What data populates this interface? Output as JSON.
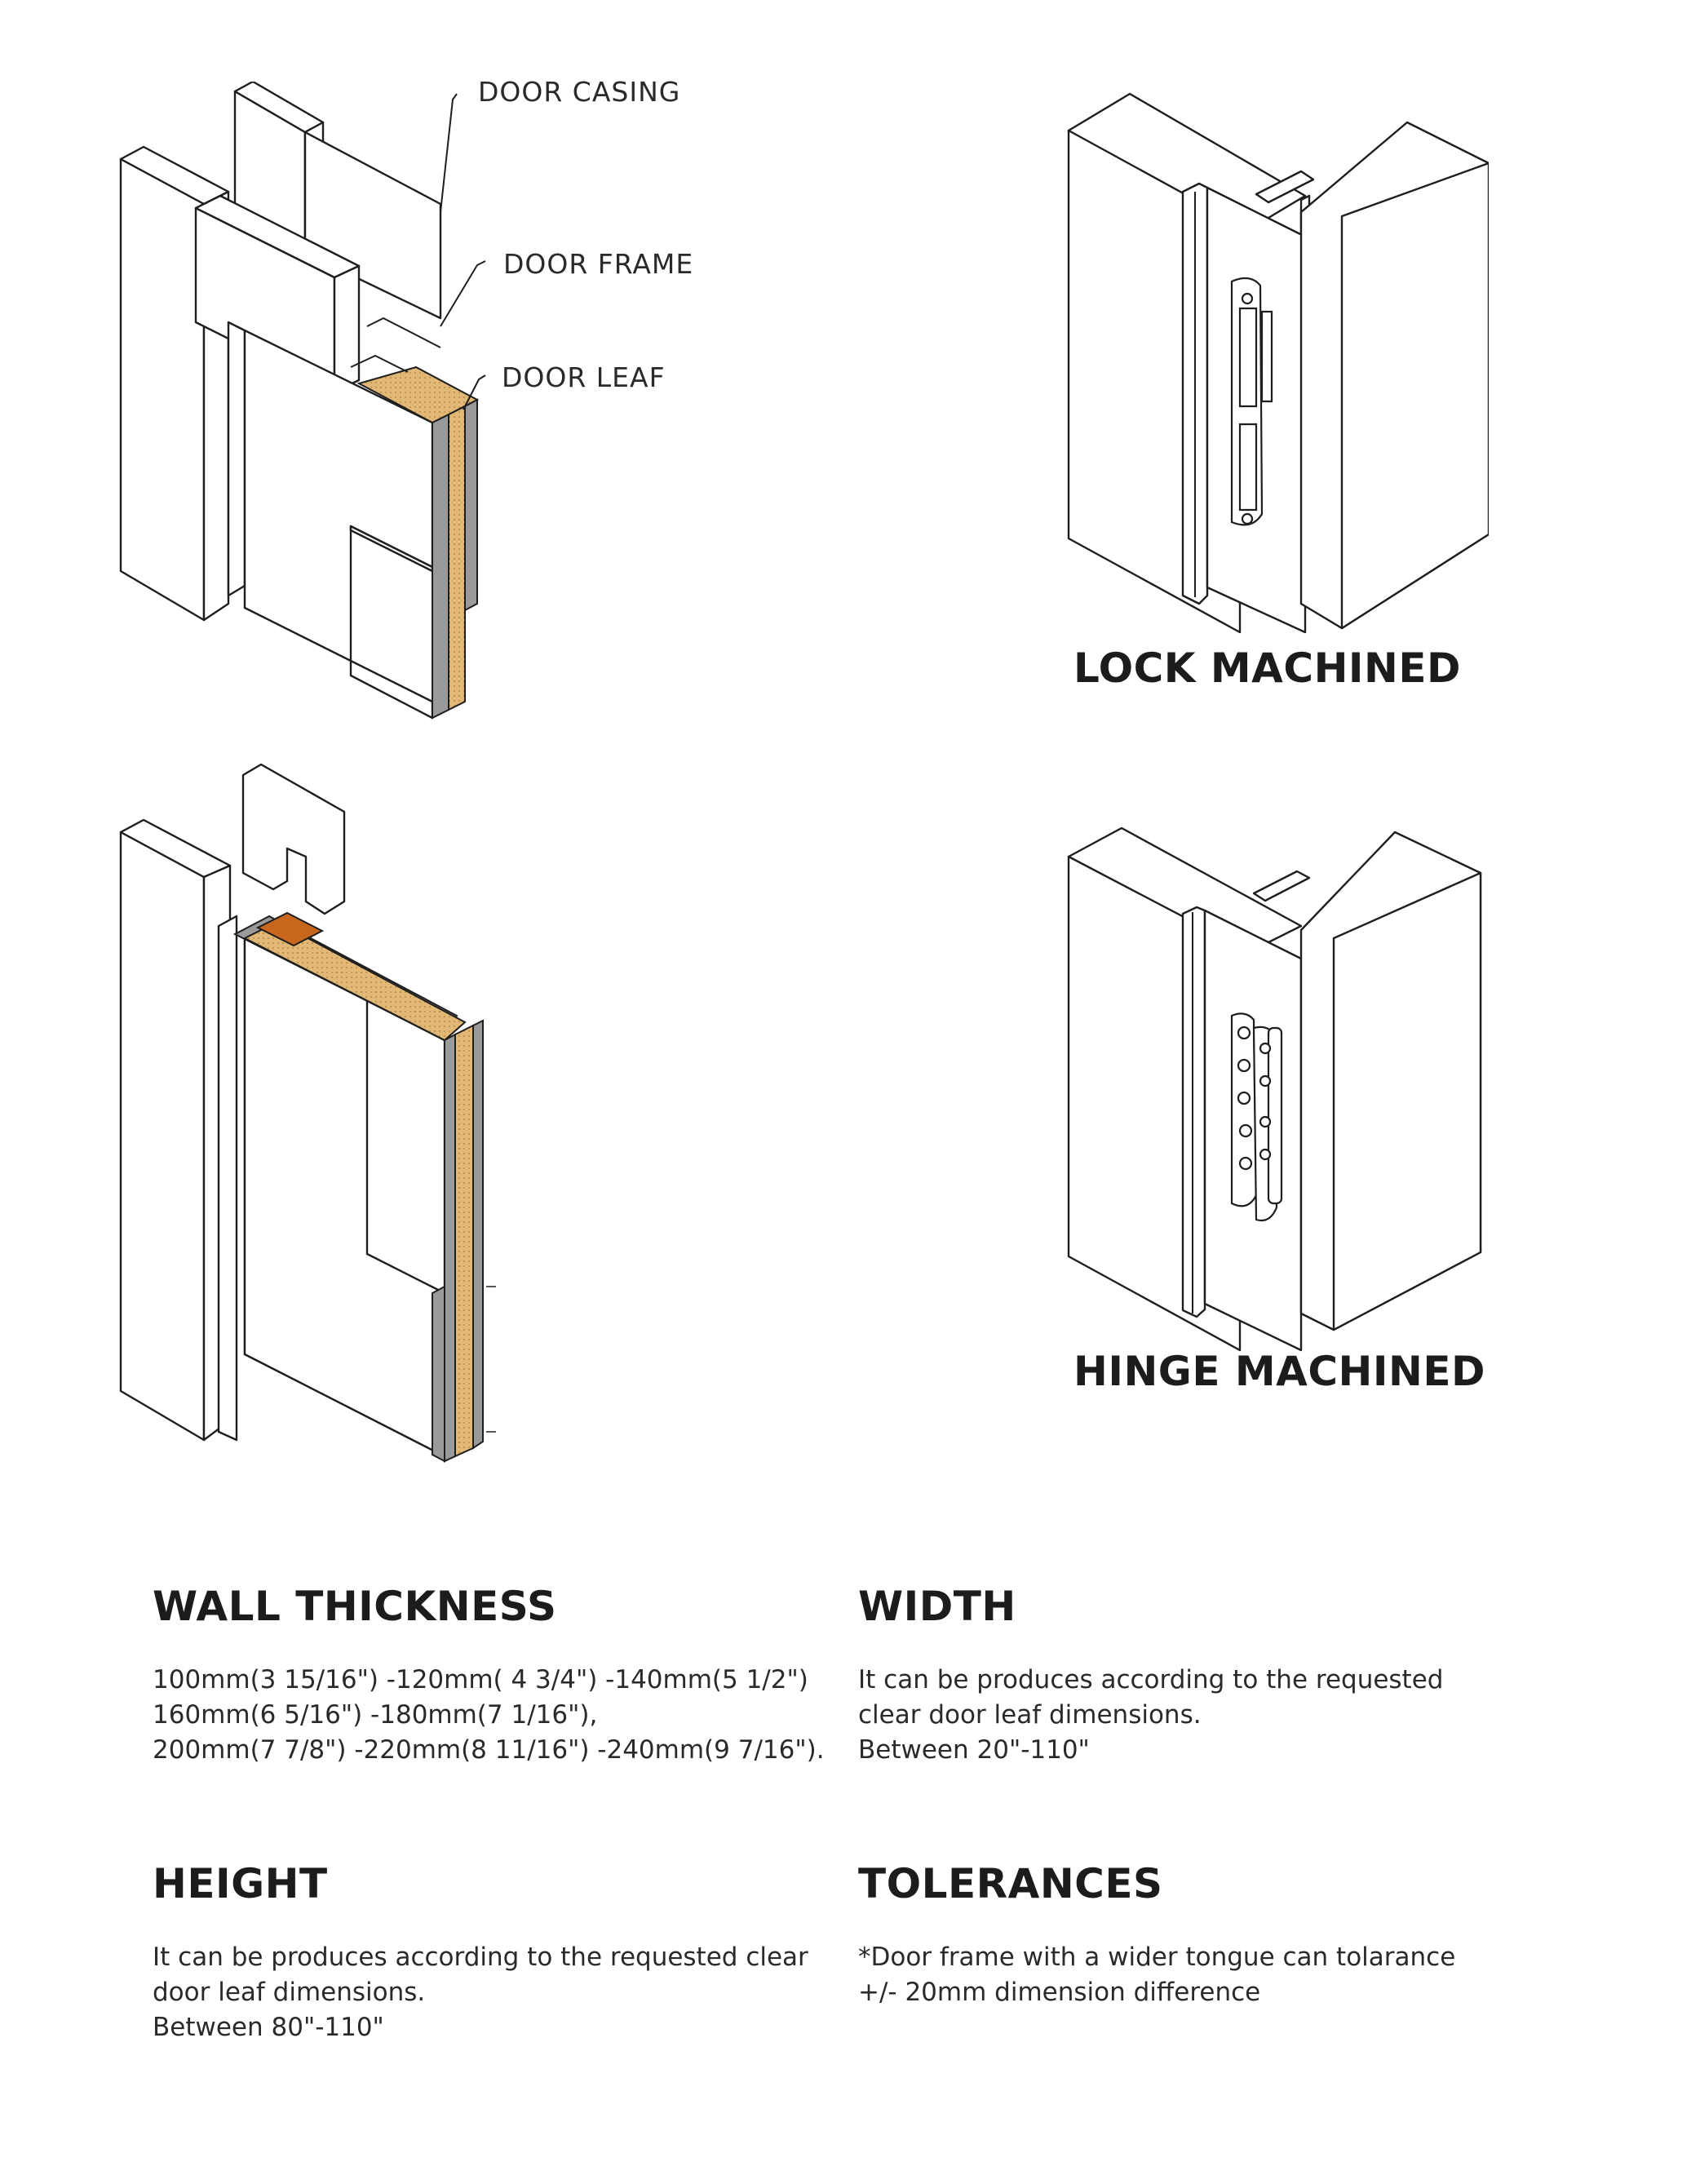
{
  "figures": {
    "frame_assembly": {
      "callouts": [
        "DOOR CASING",
        "DOOR FRAME",
        "DOOR LEAF"
      ]
    },
    "lock_machined": {
      "title": "LOCK MACHINED"
    },
    "hinge_machined": {
      "title": "HINGE MACHINED"
    }
  },
  "colors": {
    "core": "#e2b877",
    "skin": "#9a9a9a",
    "block": "#c8661e",
    "line": "#1e1e1e"
  },
  "specs": {
    "wall_thickness": {
      "heading": "WALL THICKNESS",
      "lines": [
        "100mm(3 15/16\") -120mm( 4 3/4\") -140mm(5 1/2\")",
        "160mm(6 5/16\") -180mm(7 1/16\"),",
        "200mm(7 7/8\") -220mm(8 11/16\") -240mm(9 7/16\")."
      ]
    },
    "width": {
      "heading": "WIDTH",
      "lines": [
        "It can be produces according to the requested",
        "clear door leaf dimensions.",
        "Between 20\"-110\""
      ]
    },
    "height": {
      "heading": "HEIGHT",
      "lines": [
        "It can be produces according to the requested clear",
        "door leaf dimensions.",
        "Between 80\"-110\""
      ]
    },
    "tolerances": {
      "heading": "TOLERANCES",
      "lines": [
        "*Door frame with a wider tongue can tolarance",
        "+/- 20mm dimension difference"
      ]
    }
  }
}
